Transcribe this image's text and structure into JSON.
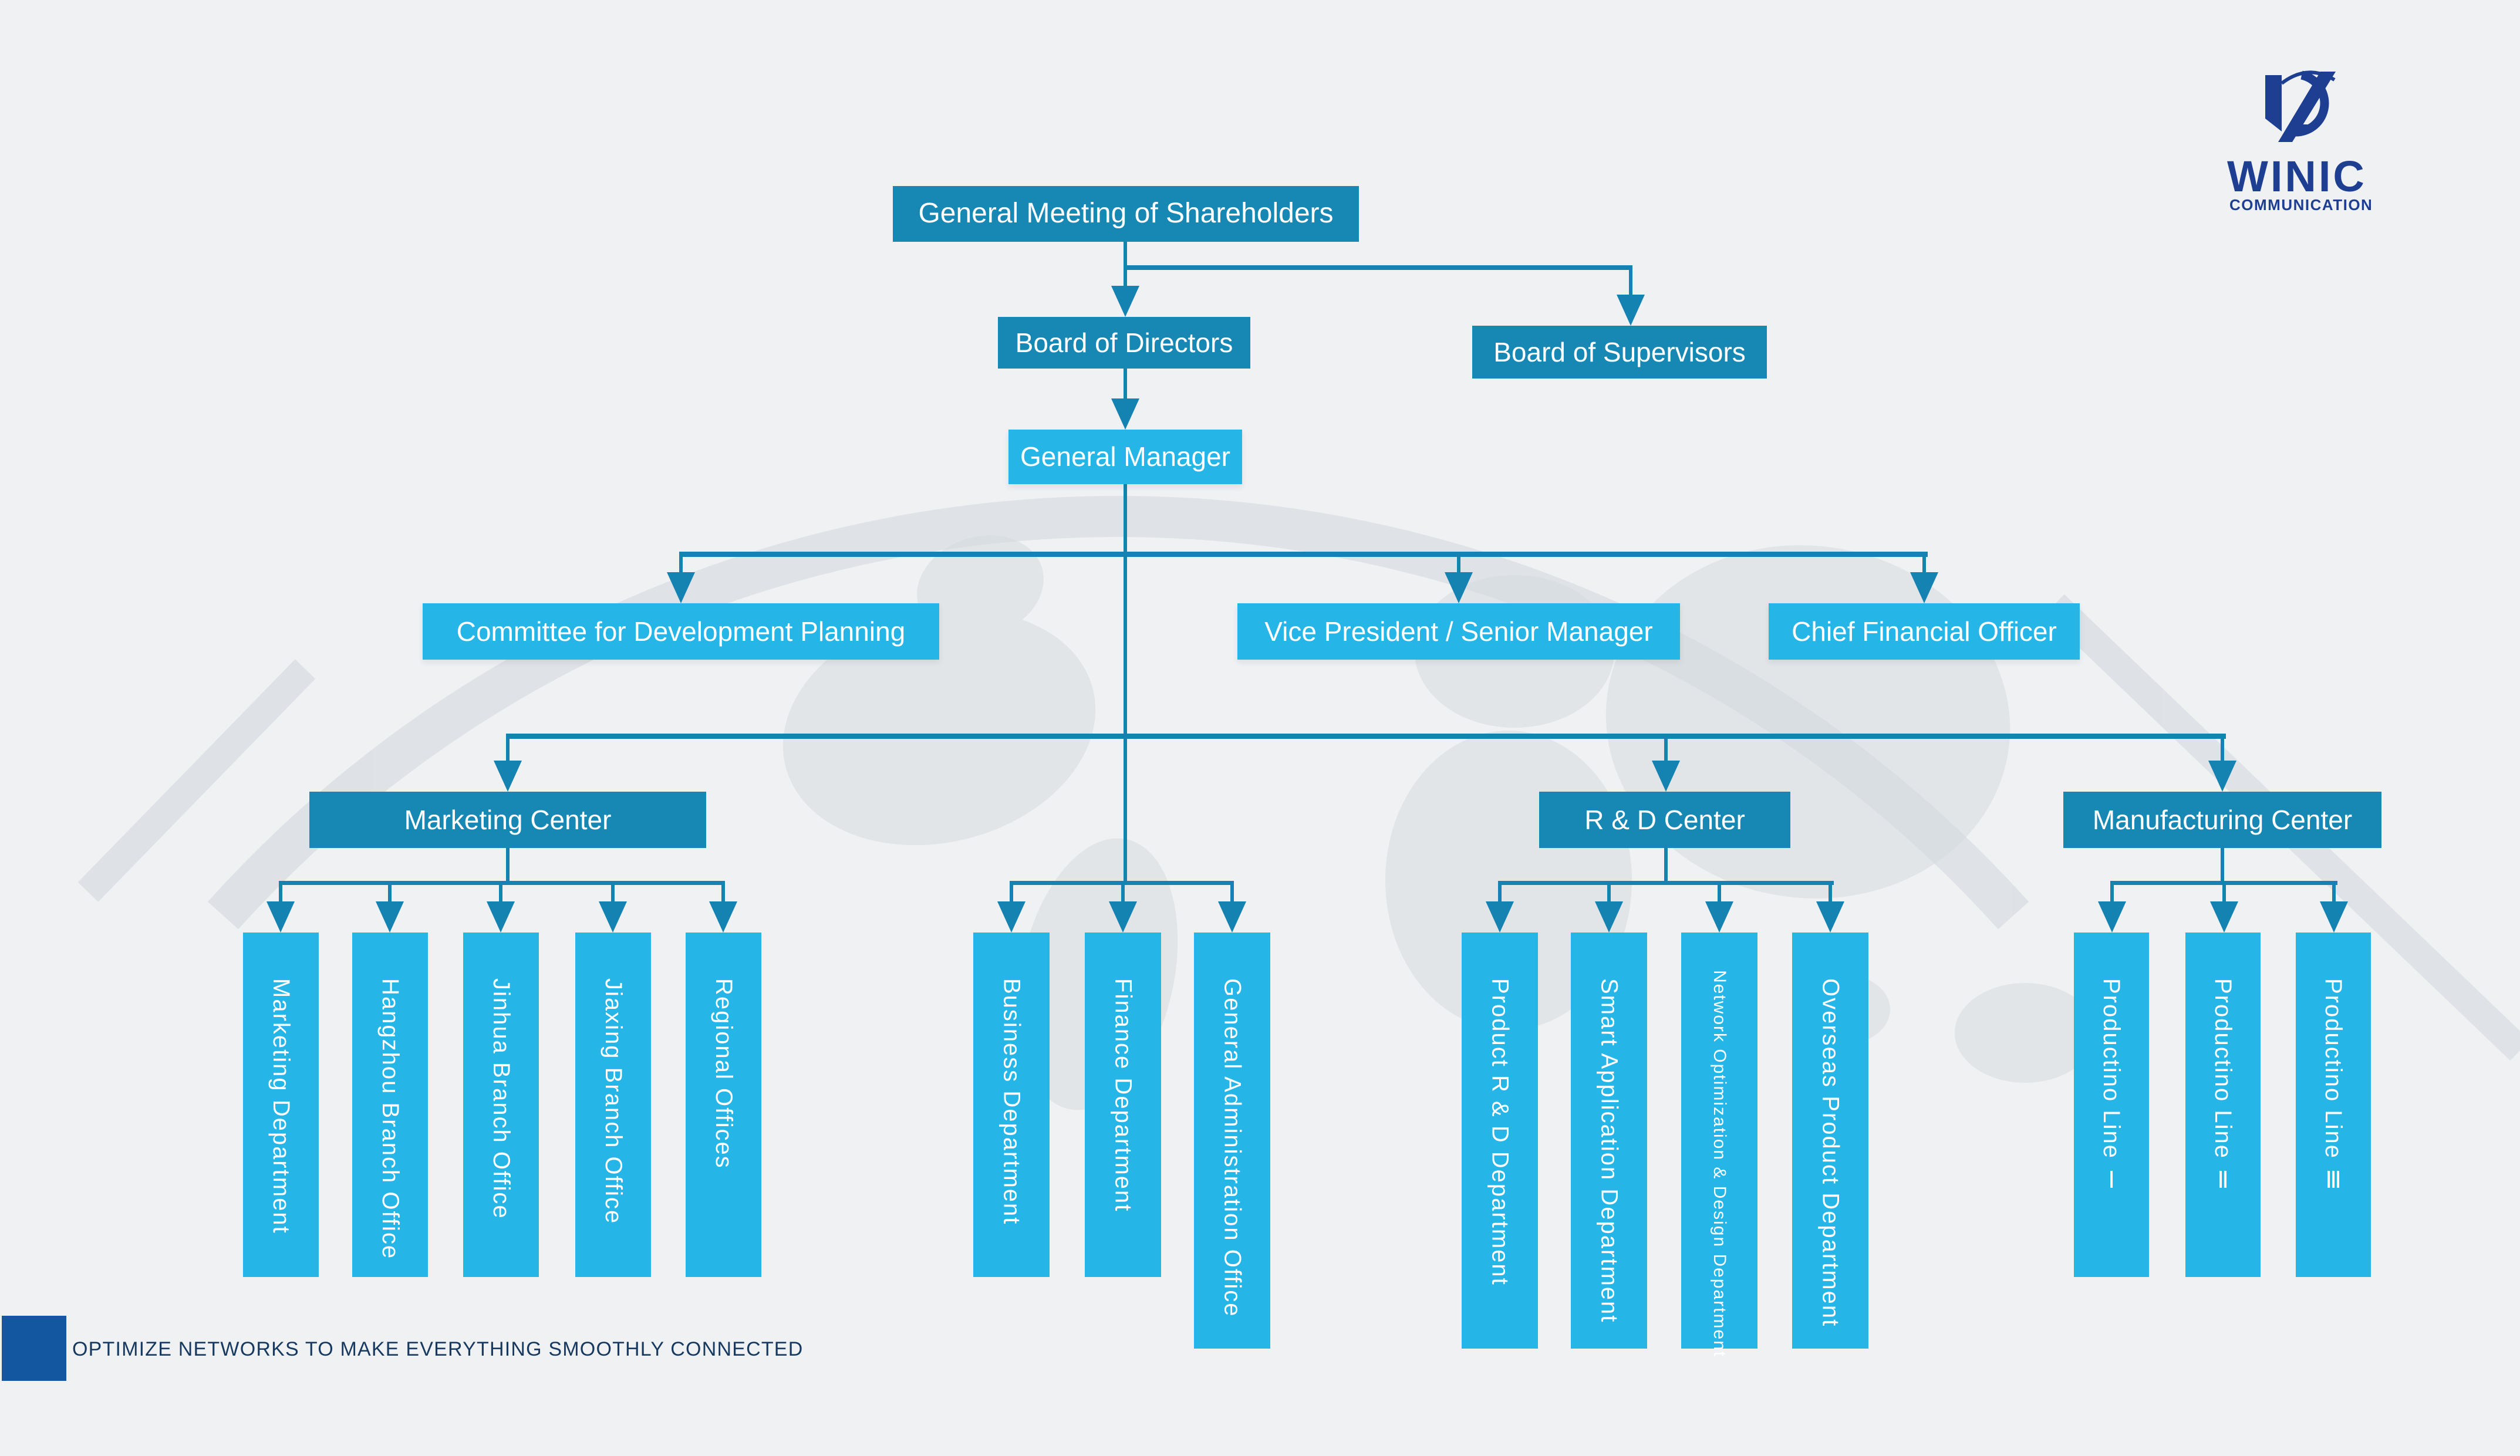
{
  "logo": {
    "name": "WINIC",
    "subtitle": "COMMUNICATION",
    "color": "#1e3e92"
  },
  "tagline": {
    "text": "OPTIMIZE NETWORKS TO MAKE EVERYTHING SMOOTHLY CONNECTED",
    "accent_color": "#1257a0",
    "text_color": "#17395f"
  },
  "colors": {
    "box_dark": "#1788b4",
    "box_light": "#25b5e7",
    "connector": "#1583b1",
    "background": "#eff1f3",
    "map_watermark": "#d6dade"
  },
  "org": {
    "root": "General Meeting of Shareholders",
    "governance": [
      "Board of Directors",
      "Board of Supervisors"
    ],
    "general_manager": "General Manager",
    "executives": [
      "Committee for Development Planning",
      "Vice President / Senior Manager",
      "Chief Financial Officer"
    ],
    "centers": [
      "Marketing Center",
      "R & D Center",
      "Manufacturing Center"
    ],
    "marketing_departments": [
      "Marketing Department",
      "Hangzhou Branch Office",
      "Jinhua Branch Office",
      "Jiaxing Branch Office",
      "Regional Offices"
    ],
    "gm_departments": [
      "Business Department",
      "Finance Department",
      "General Administration Office"
    ],
    "rd_departments": [
      "Product R & D Department",
      "Smart Application Department",
      "Network Optimization & Design Department",
      "Overseas Product Department"
    ],
    "manufacturing_lines": [
      "Productino Line Ⅰ",
      "Productino Line Ⅱ",
      "Productino Line Ⅲ"
    ]
  }
}
